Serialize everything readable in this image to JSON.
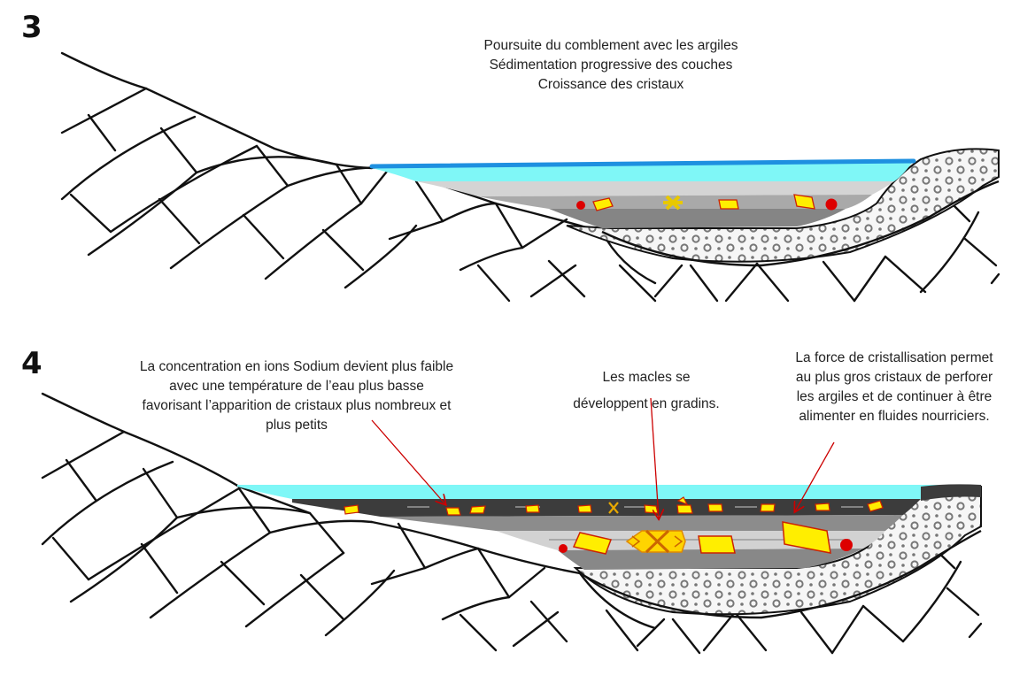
{
  "steps": [
    {
      "number": "3",
      "caption": "Poursuite  du comblement avec les argiles\nSédimentation progressive des couches\nCroissance des cristaux"
    },
    {
      "number": "4",
      "annotations": [
        {
          "text": "La concentration en ions Sodium  devient plus faible\navec une température  de l’eau plus basse\nfavorisant l’apparition de cristaux plus nombreux et\nplus petits"
        },
        {
          "text": "Les macles se\ndéveloppent en gradins."
        },
        {
          "text": "La force de cristallisation permet\nau plus gros cristaux de perforer\nles argiles et de continuer à être\nalimenter en fluides nourriciers."
        }
      ]
    }
  ],
  "legend_colors": {
    "water_surface": "#1E90E0",
    "water": "#7FF7F7",
    "clay_light": "#D4D4D4",
    "clay_mid": "#A8A8A8",
    "clay_dark": "#808080",
    "clay_top_dark": "#3C3C3C",
    "crystal_fill": "#FFEE00",
    "crystal_stroke": "#CC2200",
    "nodule": "#DD0000",
    "arrow": "#CC0000",
    "conglomerate": "#F4F4F4",
    "bedrock_line": "#111111"
  }
}
